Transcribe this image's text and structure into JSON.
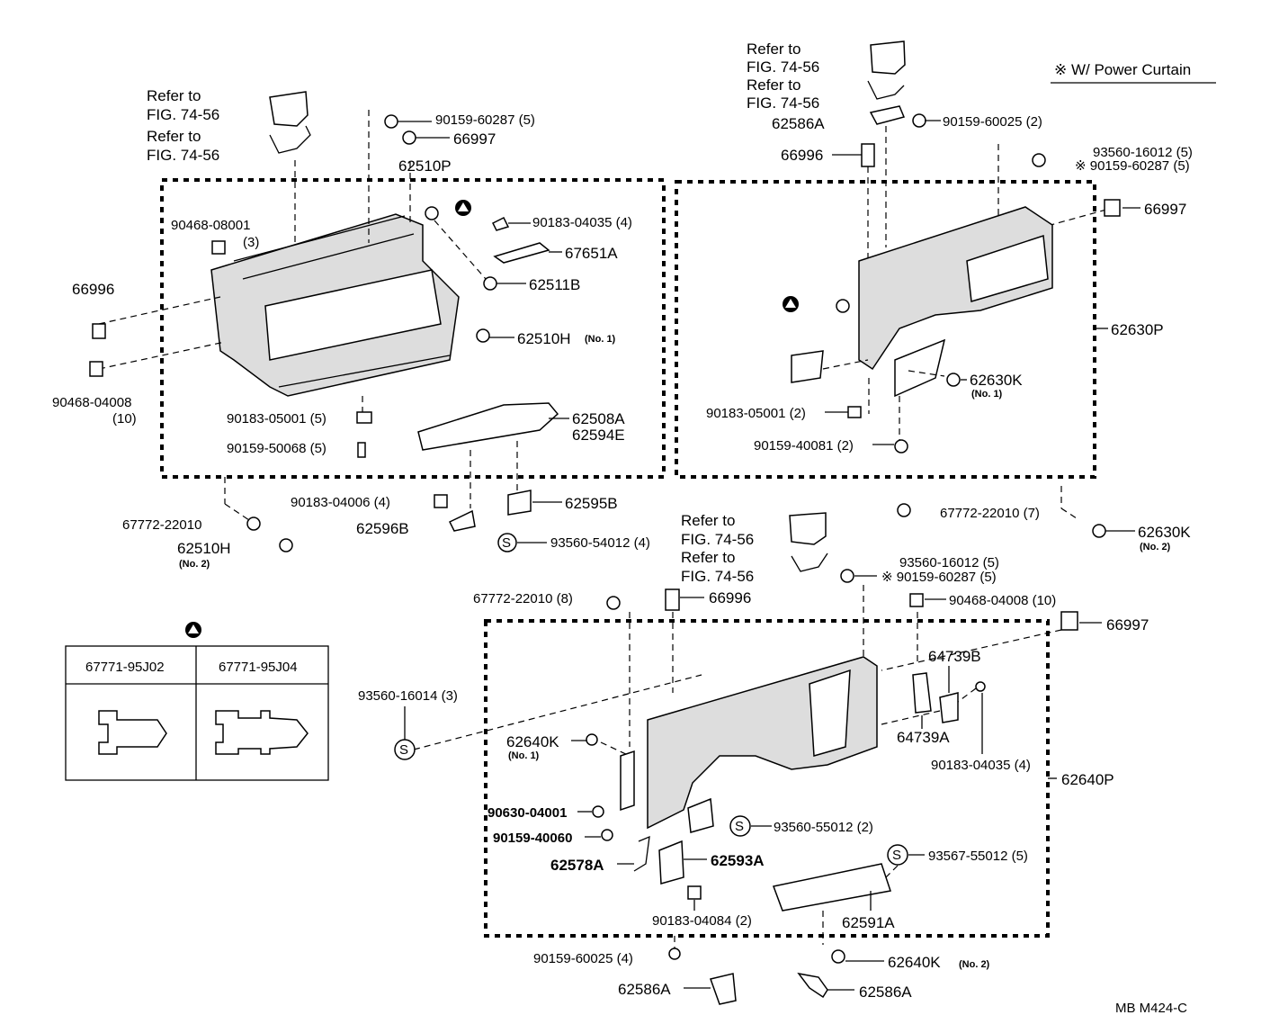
{
  "note_power_curtain": "※ W/ Power Curtain",
  "figure_id": "MB  M424-C",
  "refer_to": "Refer to",
  "fig_ref": "FIG. 74-56",
  "legend": {
    "symbol": "▲",
    "col1": "67771-95J02",
    "col2": "67771-95J04"
  },
  "left_panel": {
    "p_90159_60287": "90159-60287 (5)",
    "p_66997": "66997",
    "p_62510P": "62510P",
    "p_90468_08001": "90468-08001",
    "p_90468_08001_qty": "(3)",
    "p_90183_04035": "90183-04035 (4)",
    "p_67651A": "67651A",
    "p_66996": "66996",
    "p_62511B": "62511B",
    "p_62510H": "62510H",
    "p_no1": "(No. 1)",
    "p_90468_04008": "90468-04008",
    "p_90468_04008_qty": "(10)",
    "p_90183_05001": "90183-05001 (5)",
    "p_90159_50068": "90159-50068 (5)",
    "p_62508A": "62508A",
    "p_62594E": "62594E",
    "p_90183_04006": "90183-04006 (4)",
    "p_62595B": "62595B",
    "p_67772_22010": "67772-22010",
    "p_62596B": "62596B",
    "p_93560_54012": "93560-54012 (4)",
    "p_62510H_2": "62510H",
    "p_no2": "(No. 2)"
  },
  "right_panel": {
    "p_62586A": "62586A",
    "p_90159_60025": "90159-60025 (2)",
    "p_66996": "66996",
    "p_93560_16012": "93560-16012 (5)",
    "p_90159_60287": "※ 90159-60287 (5)",
    "p_66997": "66997",
    "p_62630P": "62630P",
    "p_62630K": "62630K",
    "p_no1": "(No. 1)",
    "p_90183_05001": "90183-05001 (2)",
    "p_90159_40081": "90159-40081 (2)",
    "p_67772_22010": "67772-22010 (7)",
    "p_62630K_2": "62630K",
    "p_no2": "(No. 2)"
  },
  "bottom_panel": {
    "p_93560_16012": "93560-16012 (5)",
    "p_90159_60287": "※ 90159-60287 (5)",
    "p_67772_22010": "67772-22010 (8)",
    "p_66996": "66996",
    "p_90468_04008": "90468-04008 (10)",
    "p_66997": "66997",
    "p_64739B": "64739B",
    "p_93560_16014": "93560-16014 (3)",
    "p_62640K": "62640K",
    "p_no1": "(No. 1)",
    "p_64739A": "64739A",
    "p_90183_04035": "90183-04035 (4)",
    "p_62640P": "62640P",
    "p_90630_04001": "90630-04001",
    "p_90159_40060": "90159-40060",
    "p_93560_55012": "93560-55012 (2)",
    "p_62578A": "62578A",
    "p_62593A": "62593A",
    "p_93567_55012": "93567-55012 (5)",
    "p_90183_04084": "90183-04084 (2)",
    "p_62591A": "62591A",
    "p_90159_60025": "90159-60025 (4)",
    "p_62640K_2": "62640K",
    "p_no2": "(No. 2)",
    "p_62586A_a": "62586A",
    "p_62586A_b": "62586A"
  },
  "symbols": {
    "s": "S",
    "star": "※"
  }
}
